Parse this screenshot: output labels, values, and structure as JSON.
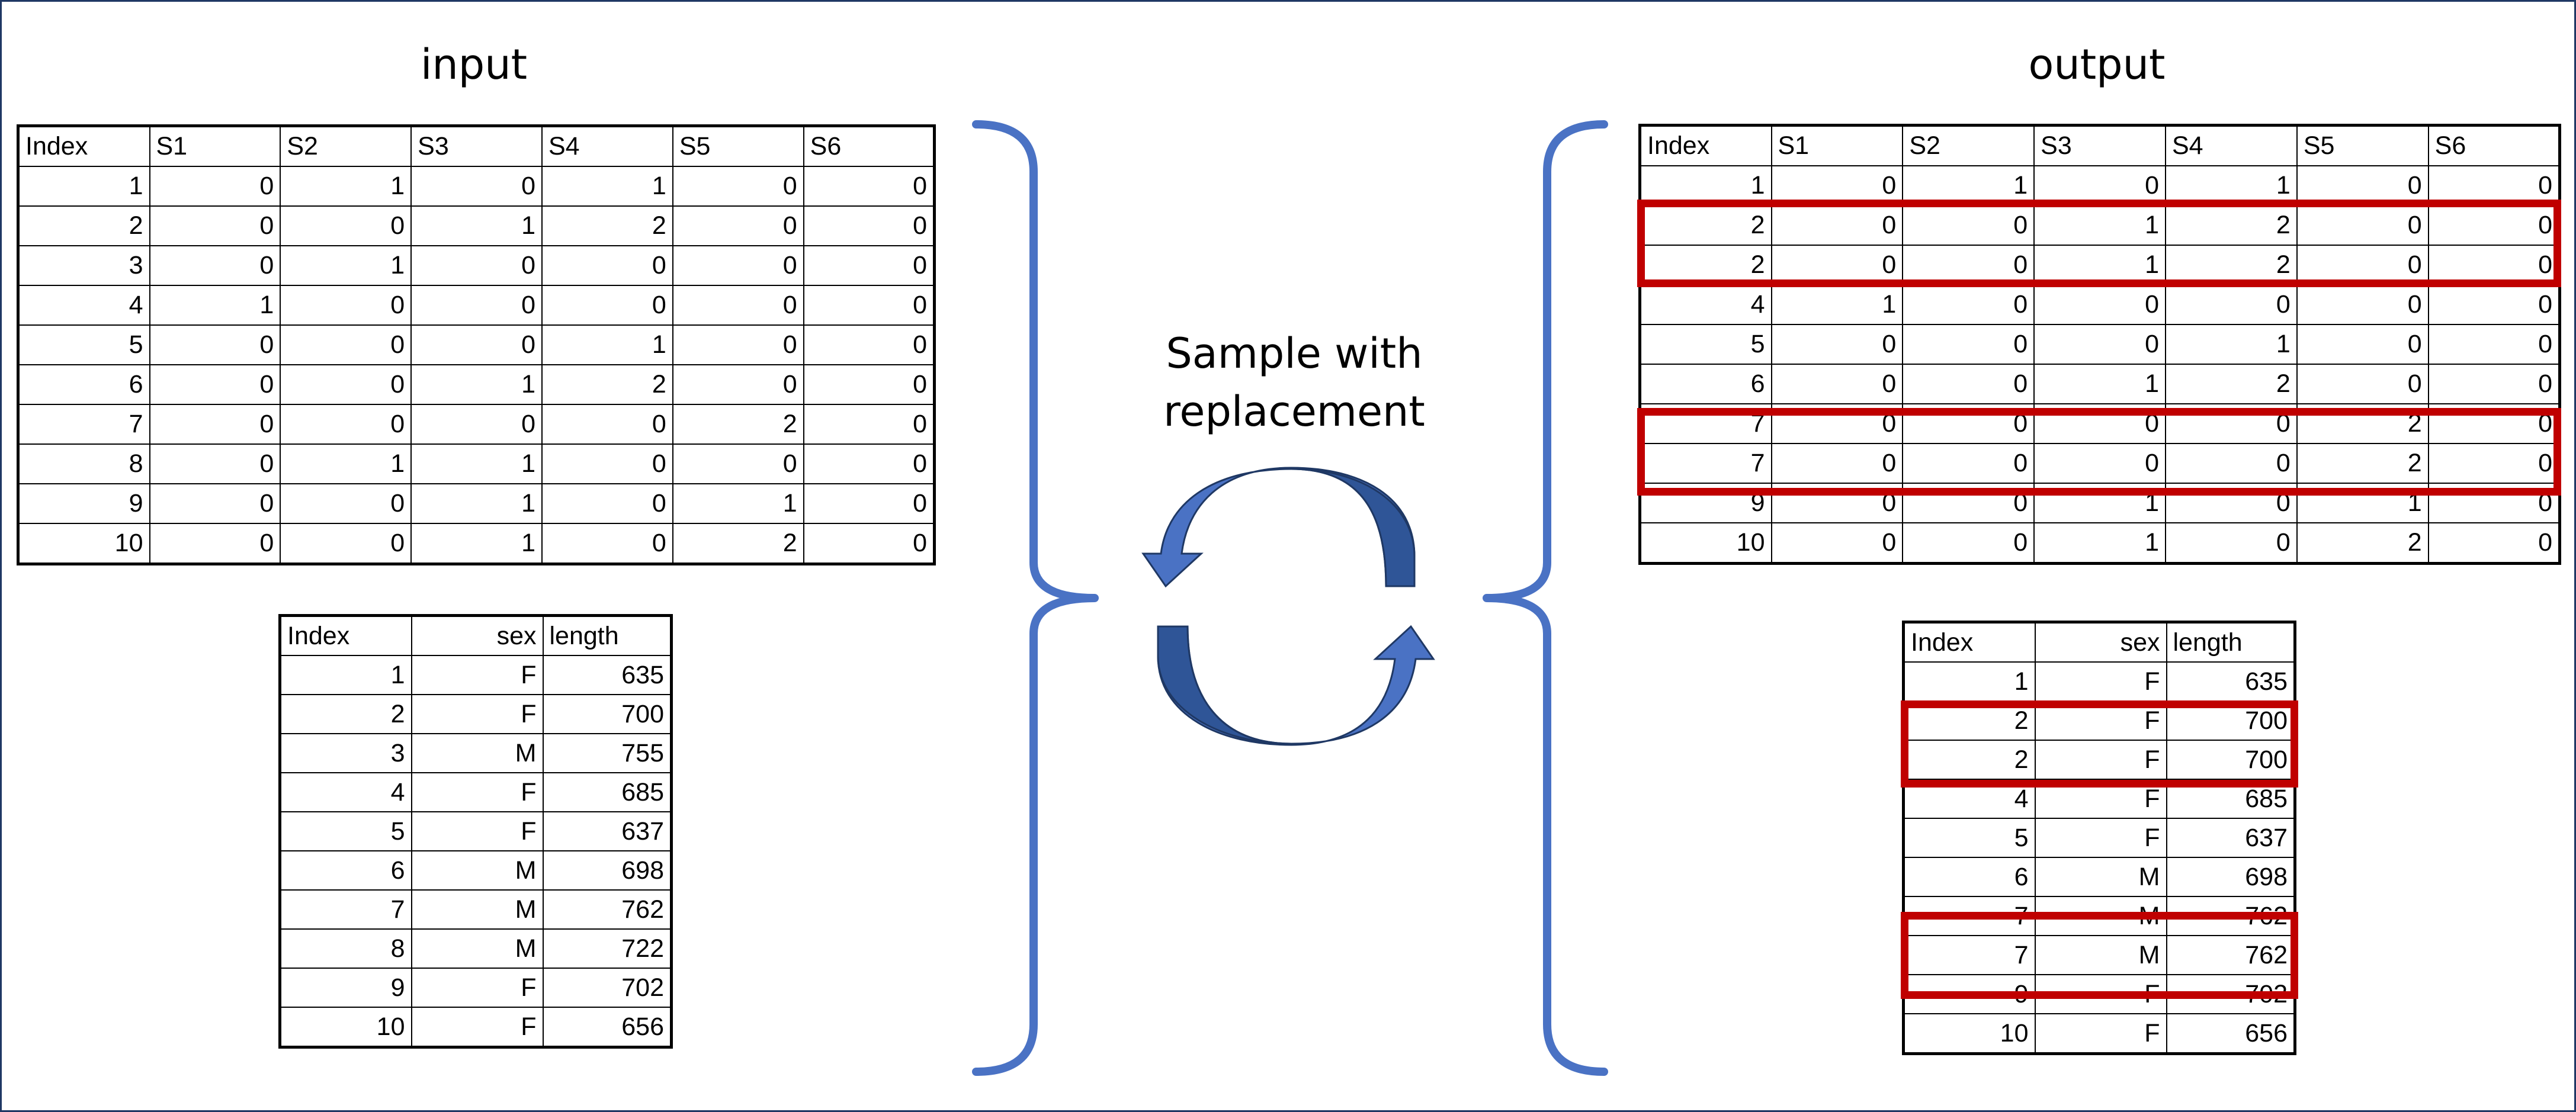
{
  "headings": {
    "input": "input",
    "output": "output",
    "sample_line1": "Sample with",
    "sample_line2": "replacement"
  },
  "colors": {
    "brace": "#4a72c4",
    "arrow_fill": "#4a72c4",
    "arrow_dark": "#2f5597",
    "highlight": "#c00000",
    "frame": "#1f3864"
  },
  "icons": [
    "left-brace-icon",
    "right-brace-icon",
    "circular-arrows-icon"
  ],
  "input_counts_table": {
    "headers": [
      "Index",
      "S1",
      "S2",
      "S3",
      "S4",
      "S5",
      "S6"
    ],
    "rows": [
      [
        "1",
        "0",
        "1",
        "0",
        "1",
        "0",
        "0"
      ],
      [
        "2",
        "0",
        "0",
        "1",
        "2",
        "0",
        "0"
      ],
      [
        "3",
        "0",
        "1",
        "0",
        "0",
        "0",
        "0"
      ],
      [
        "4",
        "1",
        "0",
        "0",
        "0",
        "0",
        "0"
      ],
      [
        "5",
        "0",
        "0",
        "0",
        "1",
        "0",
        "0"
      ],
      [
        "6",
        "0",
        "0",
        "1",
        "2",
        "0",
        "0"
      ],
      [
        "7",
        "0",
        "0",
        "0",
        "0",
        "2",
        "0"
      ],
      [
        "8",
        "0",
        "1",
        "1",
        "0",
        "0",
        "0"
      ],
      [
        "9",
        "0",
        "0",
        "1",
        "0",
        "1",
        "0"
      ],
      [
        "10",
        "0",
        "0",
        "1",
        "0",
        "2",
        "0"
      ]
    ]
  },
  "input_meta_table": {
    "headers": [
      "Index",
      "sex",
      "length"
    ],
    "rows": [
      [
        "1",
        "F",
        "635"
      ],
      [
        "2",
        "F",
        "700"
      ],
      [
        "3",
        "M",
        "755"
      ],
      [
        "4",
        "F",
        "685"
      ],
      [
        "5",
        "F",
        "637"
      ],
      [
        "6",
        "M",
        "698"
      ],
      [
        "7",
        "M",
        "762"
      ],
      [
        "8",
        "M",
        "722"
      ],
      [
        "9",
        "F",
        "702"
      ],
      [
        "10",
        "F",
        "656"
      ]
    ]
  },
  "output_counts_table": {
    "headers": [
      "Index",
      "S1",
      "S2",
      "S3",
      "S4",
      "S5",
      "S6"
    ],
    "rows": [
      [
        "1",
        "0",
        "1",
        "0",
        "1",
        "0",
        "0"
      ],
      [
        "2",
        "0",
        "0",
        "1",
        "2",
        "0",
        "0"
      ],
      [
        "2",
        "0",
        "0",
        "1",
        "2",
        "0",
        "0"
      ],
      [
        "4",
        "1",
        "0",
        "0",
        "0",
        "0",
        "0"
      ],
      [
        "5",
        "0",
        "0",
        "0",
        "1",
        "0",
        "0"
      ],
      [
        "6",
        "0",
        "0",
        "1",
        "2",
        "0",
        "0"
      ],
      [
        "7",
        "0",
        "0",
        "0",
        "0",
        "2",
        "0"
      ],
      [
        "7",
        "0",
        "0",
        "0",
        "0",
        "2",
        "0"
      ],
      [
        "9",
        "0",
        "0",
        "1",
        "0",
        "1",
        "0"
      ],
      [
        "10",
        "0",
        "0",
        "1",
        "0",
        "2",
        "0"
      ]
    ]
  },
  "output_meta_table": {
    "headers": [
      "Index",
      "sex",
      "length"
    ],
    "rows": [
      [
        "1",
        "F",
        "635"
      ],
      [
        "2",
        "F",
        "700"
      ],
      [
        "2",
        "F",
        "700"
      ],
      [
        "4",
        "F",
        "685"
      ],
      [
        "5",
        "F",
        "637"
      ],
      [
        "6",
        "M",
        "698"
      ],
      [
        "7",
        "M",
        "762"
      ],
      [
        "7",
        "M",
        "762"
      ],
      [
        "9",
        "F",
        "702"
      ],
      [
        "10",
        "F",
        "656"
      ]
    ]
  }
}
